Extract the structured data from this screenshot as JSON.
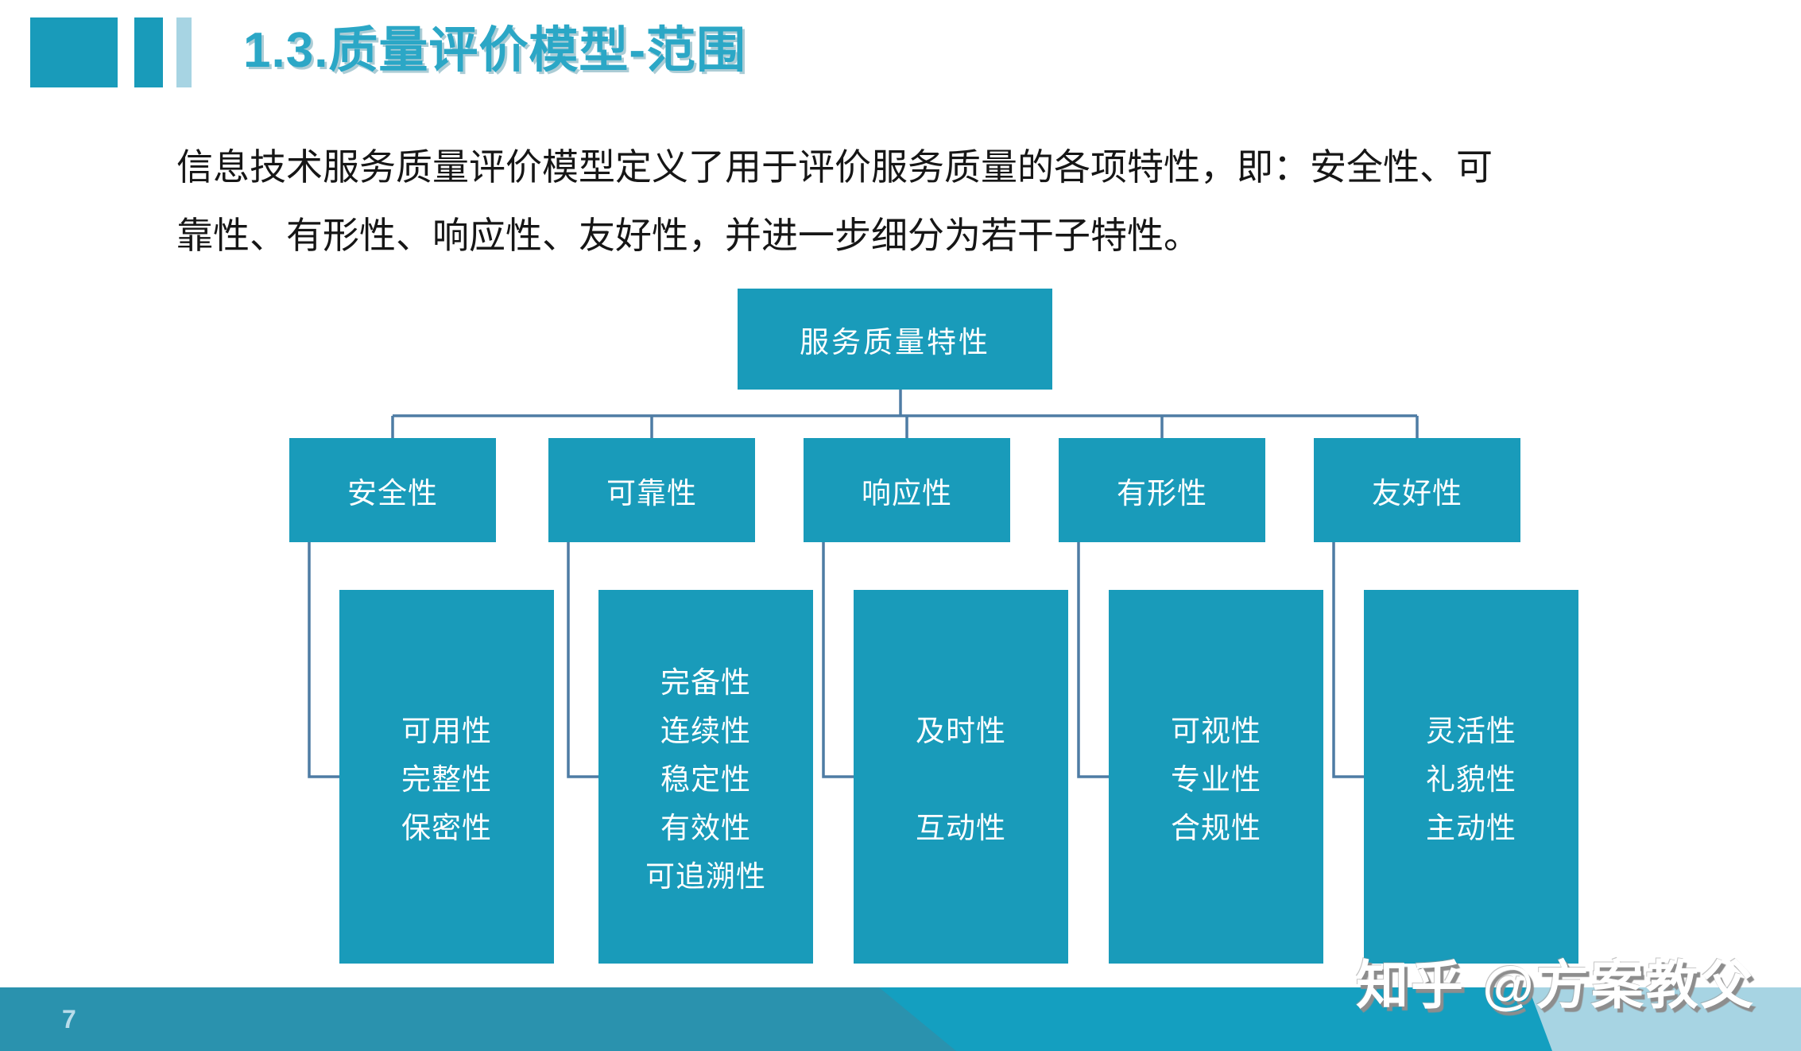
{
  "slide": {
    "title": "1.3.质量评价模型-范围",
    "paragraph_lines": [
      "信息技术服务质量评价模型定义了用于评价服务质量的各项特性，即：安全性、可",
      "靠性、有形性、响应性、友好性，并进一步细分为若干子特性。"
    ],
    "page_number": "7",
    "watermark": "知乎 @方案教父"
  },
  "diagram": {
    "root_label": "服务质量特性",
    "branches": [
      {
        "label": "安全性",
        "children": [
          "可用性",
          "完整性",
          "保密性"
        ]
      },
      {
        "label": "可靠性",
        "children": [
          "完备性",
          "连续性",
          "稳定性",
          "有效性",
          "可追溯性"
        ]
      },
      {
        "label": "响应性",
        "children": [
          "及时性",
          "",
          "互动性"
        ]
      },
      {
        "label": "有形性",
        "children": [
          "可视性",
          "专业性",
          "合规性"
        ]
      },
      {
        "label": "友好性",
        "children": [
          "灵活性",
          "礼貌性",
          "主动性"
        ]
      }
    ]
  },
  "colors": {
    "teal": "#199bba",
    "title-teal": "#2ba7c6",
    "light-blue": "#a7d4e3",
    "connector": "#4e7ca4",
    "bar-base": "#2a92ae",
    "bar-mid": "#149fc0",
    "page-number": "#b8dcea",
    "text": "#161616",
    "watermark-shadow": "#8d8d8d"
  }
}
